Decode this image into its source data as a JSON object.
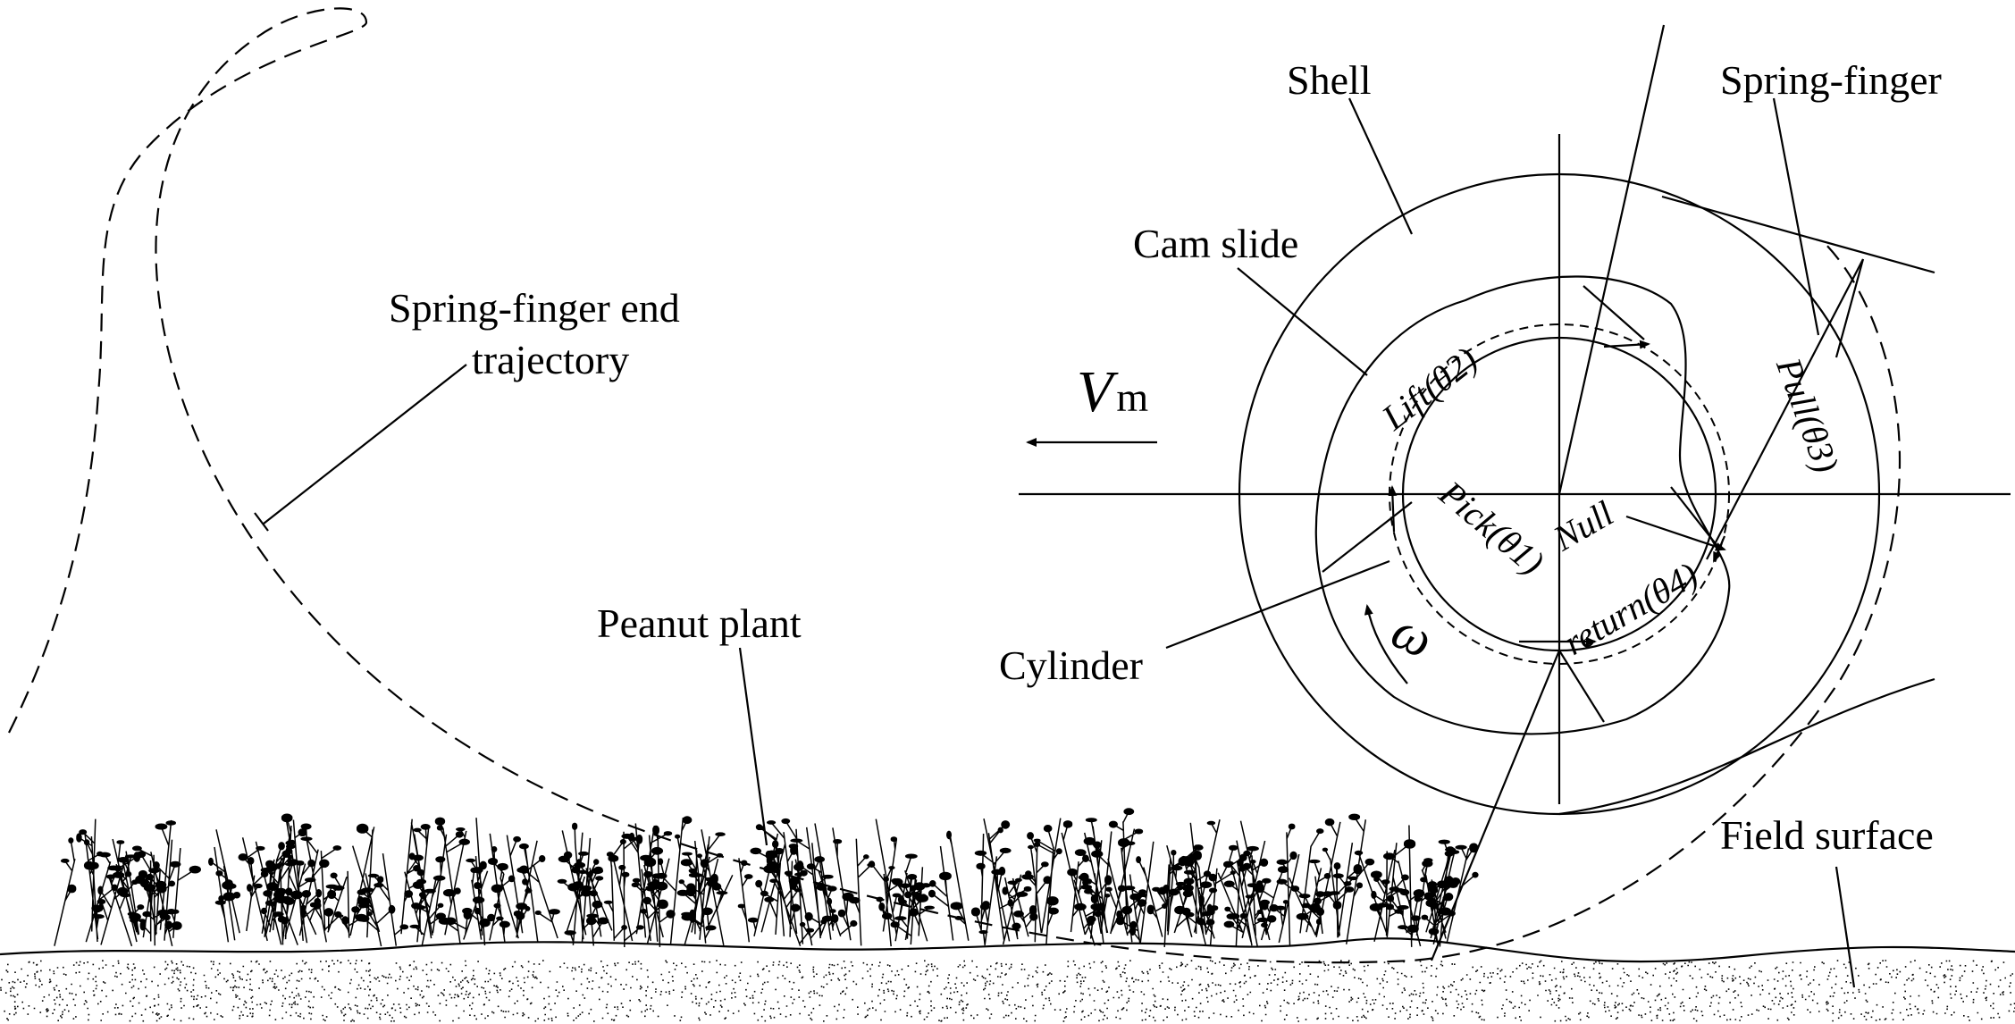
{
  "labels": {
    "shell": "Shell",
    "spring_finger": "Spring-finger",
    "cam_slide": "Cam slide",
    "trajectory_line1": "Spring-finger end",
    "trajectory_line2": "trajectory",
    "velocity_symbol": "V",
    "velocity_subscript": "m",
    "peanut_plant": "Peanut plant",
    "cylinder": "Cylinder",
    "field_surface": "Field surface",
    "omega": "ω",
    "lift": "Lift(θ2)",
    "pull": "Pull(θ3)",
    "pick": "Pick(θ1)",
    "null_word": "Null",
    "return_word": "return(θ4)"
  }
}
